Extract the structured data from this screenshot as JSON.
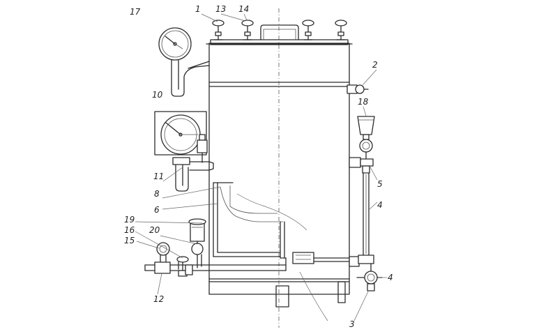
{
  "labels": {
    "l17": "17",
    "l1": "1",
    "l13": "13",
    "l14": "14",
    "l2": "2",
    "l18": "18",
    "l10": "10",
    "l11": "11",
    "l8": "8",
    "l6": "6",
    "l19": "19",
    "l16": "16",
    "l20": "20",
    "l15": "15",
    "l5": "5",
    "l4a": "4",
    "l4b": "4",
    "l12": "12",
    "l3": "3"
  }
}
